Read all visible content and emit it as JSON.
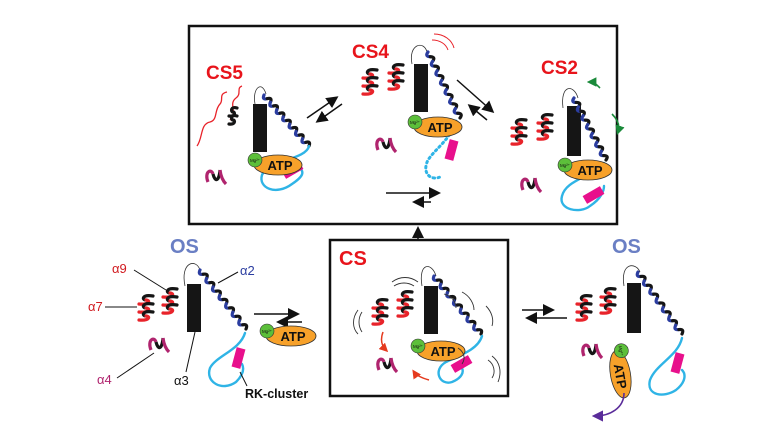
{
  "colors": {
    "cs_label": "#e8141b",
    "os_label": "#6a7fc4",
    "helix_red": "#e8232a",
    "helix_blue": "#2b3da0",
    "helix_black": "#151515",
    "helix_purple": "#b0246e",
    "linker_cyan": "#2fb4e6",
    "rk_magenta": "#e8108c",
    "atp_orange": "#f7a12a",
    "mg_green": "#5cbf3a",
    "green_arrow": "#1a8a3a",
    "red_arrow": "#e53a1e",
    "purple_arrow": "#5a2c9a",
    "alpha_red": "#d11a1f",
    "alpha_blue": "#2b3da0",
    "alpha_purple": "#b0246e",
    "frame": "#111111"
  },
  "states": {
    "cs5": {
      "label": "CS5"
    },
    "cs4": {
      "label": "CS4"
    },
    "cs2": {
      "label": "CS2"
    },
    "cs": {
      "label": "CS"
    },
    "os_left": {
      "label": "OS"
    },
    "os_right": {
      "label": "OS"
    }
  },
  "molecules": {
    "atp": "ATP",
    "mg": "Mg²⁺"
  },
  "annotations": {
    "alpha9": "α9",
    "alpha7": "α7",
    "alpha4": "α4",
    "alpha3": "α3",
    "alpha2": "α2",
    "rk_cluster": "RK-cluster"
  }
}
